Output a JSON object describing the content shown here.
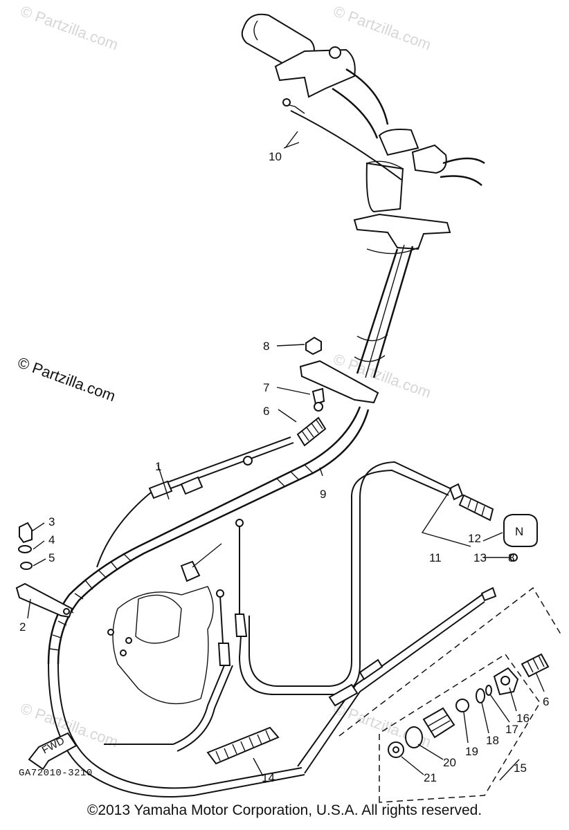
{
  "watermarks": {
    "primary": "© Partzilla.com",
    "faint": "© Partzilla.com"
  },
  "reference_code": "GA72010-3210",
  "copyright": "©2013  Yamaha Motor Corporation, U.S.A. All rights reserved.",
  "fwd_label": "FWD",
  "neutral_knob_label": "N",
  "callouts": {
    "c1": "1",
    "c2": "2",
    "c3": "3",
    "c4": "4",
    "c5": "5",
    "c6a": "6",
    "c6b": "6",
    "c7": "7",
    "c8a": "8",
    "c8b": "8",
    "c9": "9",
    "c10": "10",
    "c11": "11",
    "c12": "12",
    "c13": "13",
    "c14": "14",
    "c15": "15",
    "c16": "16",
    "c17": "17",
    "c18": "18",
    "c19": "19",
    "c20": "20",
    "c21": "21"
  }
}
